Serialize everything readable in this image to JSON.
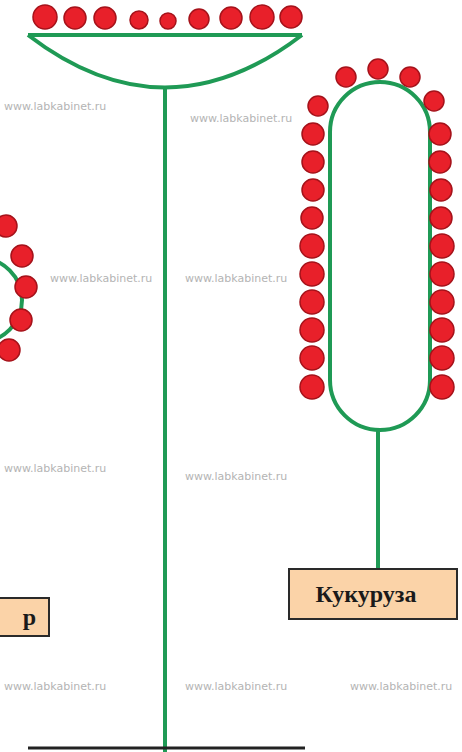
{
  "diagram": {
    "nodes": [
      {
        "text": [
          "р"
        ]
      },
      {
        "text": [
          "Кукуруза"
        ]
      }
    ],
    "labels": [
      "www.labkabinet.ru",
      "www.labkabinet.ru",
      "www.labkabinet.ru",
      "www.labkabinet.ru",
      "www.labkabinet.ru",
      "www.labkabinet.ru",
      "www.labkabinet.ru",
      "www.labkabinet.ru",
      "www.labkabinet.ru"
    ]
  }
}
